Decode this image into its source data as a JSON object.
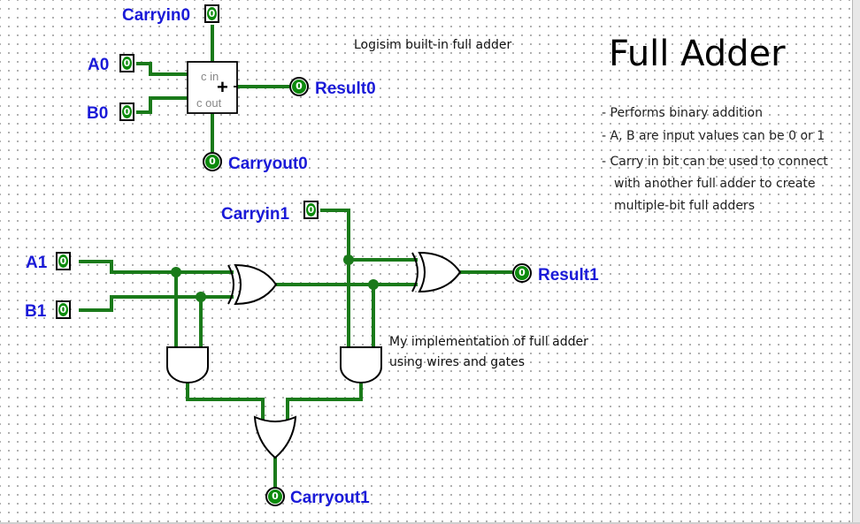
{
  "title": "Full Adder",
  "builtin_note": "Logisim built-in full adder",
  "impl_note": [
    "My implementation of full adder",
    "using wires and gates"
  ],
  "bullets": [
    "- Performs binary addition",
    "- A, B are input values can be 0 or 1",
    "- Carry in bit can be used to connect",
    "with another full adder to create",
    "multiple-bit full adders"
  ],
  "adder_block": {
    "cin": "c in",
    "cout": "c out",
    "symbol": "+"
  },
  "pins": {
    "carryin0": {
      "label": "Carryin0",
      "value": "0"
    },
    "a0": {
      "label": "A0",
      "value": "0"
    },
    "b0": {
      "label": "B0",
      "value": "0"
    },
    "result0": {
      "label": "Result0",
      "value": "0"
    },
    "carryout0": {
      "label": "Carryout0",
      "value": "0"
    },
    "carryin1": {
      "label": "Carryin1",
      "value": "0"
    },
    "a1": {
      "label": "A1",
      "value": "0"
    },
    "b1": {
      "label": "B1",
      "value": "0"
    },
    "result1": {
      "label": "Result1",
      "value": "0"
    },
    "carryout1": {
      "label": "Carryout1",
      "value": "0"
    }
  },
  "colors": {
    "wire": "#1a7a1a",
    "label": "#1a1ad8",
    "pin_fill": "#0c8a0c"
  }
}
